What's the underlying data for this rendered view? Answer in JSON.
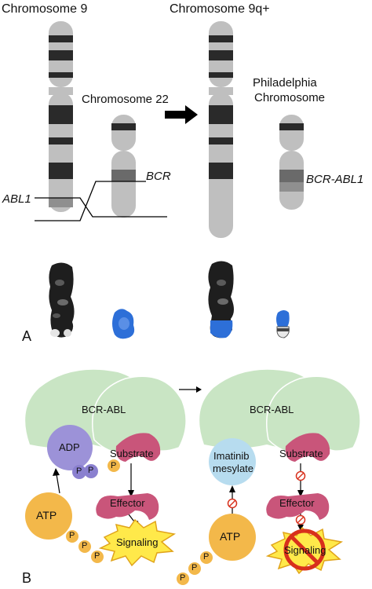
{
  "panel_a": {
    "label": "A",
    "chromosome_9": "Chromosome 9",
    "chromosome_22": "Chromosome 22",
    "chromosome_9q": "Chromosome 9q+",
    "philadelphia_line1": "Philadelphia",
    "philadelphia_line2": "Chromosome",
    "bcr": "BCR",
    "abl1": "ABL1",
    "bcr_abl1": "BCR-ABL1"
  },
  "panel_b": {
    "label": "B",
    "left": {
      "enzyme": "BCR-ABL",
      "adp": "ADP",
      "p": "P",
      "substrate": "Substrate",
      "effector": "Effector",
      "signaling": "Signaling",
      "atp": "ATP"
    },
    "right": {
      "enzyme": "BCR-ABL",
      "imatinib_line1": "Imatinib",
      "imatinib_line2": "mesylate",
      "substrate": "Substrate",
      "effector": "Effector",
      "signaling": "Signaling",
      "atp": "ATP"
    }
  },
  "colors": {
    "enzyme_green": "#c9e5c4",
    "adp_purple": "#9c92d8",
    "imatinib_blue": "#b7dcef",
    "substrate_pink": "#c9557a",
    "atp_orange": "#f3b84a",
    "signaling_yellow": "#ffe94a",
    "inhibit_red": "#d8301c",
    "fish_blue": "#2d6fd8"
  }
}
